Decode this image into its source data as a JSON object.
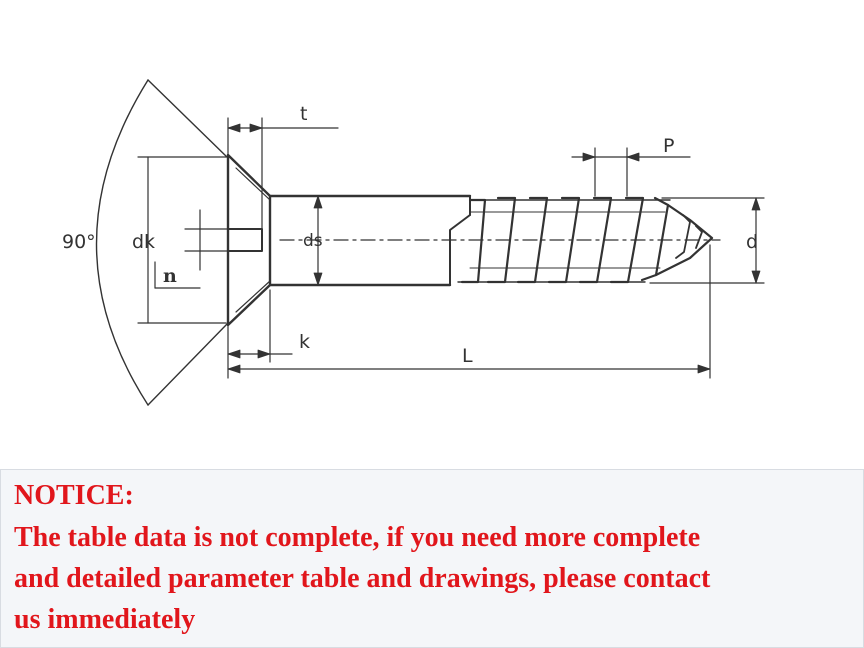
{
  "diagram": {
    "labels": {
      "angle": "90°",
      "dk": "dk",
      "n": "n",
      "t": "t",
      "ds": "ds",
      "k": "k",
      "L": "L",
      "P": "P",
      "d": "d"
    },
    "colors": {
      "line": "#333333",
      "background": "#ffffff"
    }
  },
  "notice": {
    "title": "NOTICE:",
    "lines": [
      "The table data is not complete, if you need more complete",
      "and detailed parameter table and drawings, please contact",
      "us immediately"
    ],
    "color": "#e1161c",
    "background": "#f4f6f9"
  }
}
